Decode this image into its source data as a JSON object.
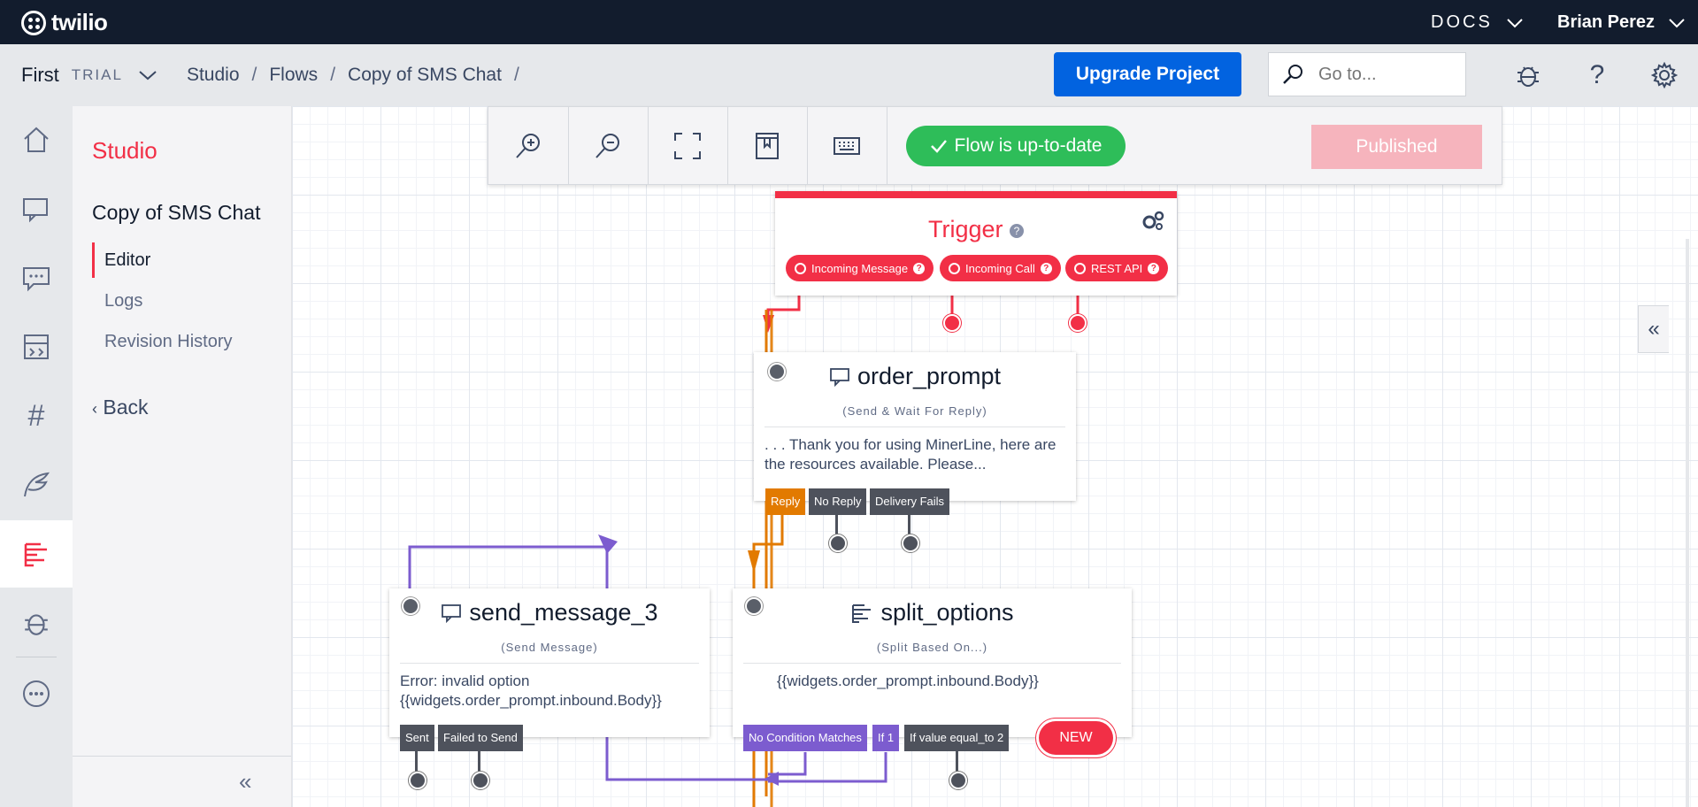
{
  "topbar": {
    "brand": "twilio",
    "docs_label": "DOCS",
    "user_name": "Brian Perez"
  },
  "navbar": {
    "project_name": "First",
    "project_tier": "TRIAL",
    "breadcrumbs": [
      "Studio",
      "Flows",
      "Copy of SMS Chat"
    ],
    "upgrade_label": "Upgrade Project",
    "search_placeholder": "Go to...",
    "help_label": "?"
  },
  "sidebar": {
    "title": "Studio",
    "flow_name": "Copy of SMS Chat",
    "items": [
      {
        "label": "Editor",
        "active": true
      },
      {
        "label": "Logs",
        "active": false
      },
      {
        "label": "Revision History",
        "active": false
      }
    ],
    "back_label": "Back"
  },
  "toolbar": {
    "status_label": "Flow is up-to-date",
    "published_label": "Published"
  },
  "colors": {
    "brand_red": "#f22f46",
    "blue": "#0263e0",
    "green": "#2ebd59",
    "orange": "#e27a00",
    "purple": "#7c5ccf",
    "dark_tag": "#4e525c"
  },
  "widgets": {
    "trigger": {
      "title": "Trigger",
      "pills": [
        "Incoming Message",
        "Incoming Call",
        "REST API"
      ]
    },
    "order_prompt": {
      "title": "order_prompt",
      "type_label": "(Send & Wait For Reply)",
      "body": ". . . Thank you for using MinerLine, here are the resources available. Please...",
      "transitions": [
        "Reply",
        "No Reply",
        "Delivery Fails"
      ]
    },
    "send_message_3": {
      "title": "send_message_3",
      "type_label": "(Send Message)",
      "body_line1": "Error: invalid option",
      "body_line2": "{{widgets.order_prompt.inbound.Body}}",
      "transitions": [
        "Sent",
        "Failed to Send"
      ]
    },
    "split_options": {
      "title": "split_options",
      "type_label": "(Split Based On...)",
      "body": "{{widgets.order_prompt.inbound.Body}}",
      "transitions": [
        "No Condition Matches",
        "If 1",
        "If value equal_to 2"
      ],
      "new_label": "NEW"
    }
  }
}
